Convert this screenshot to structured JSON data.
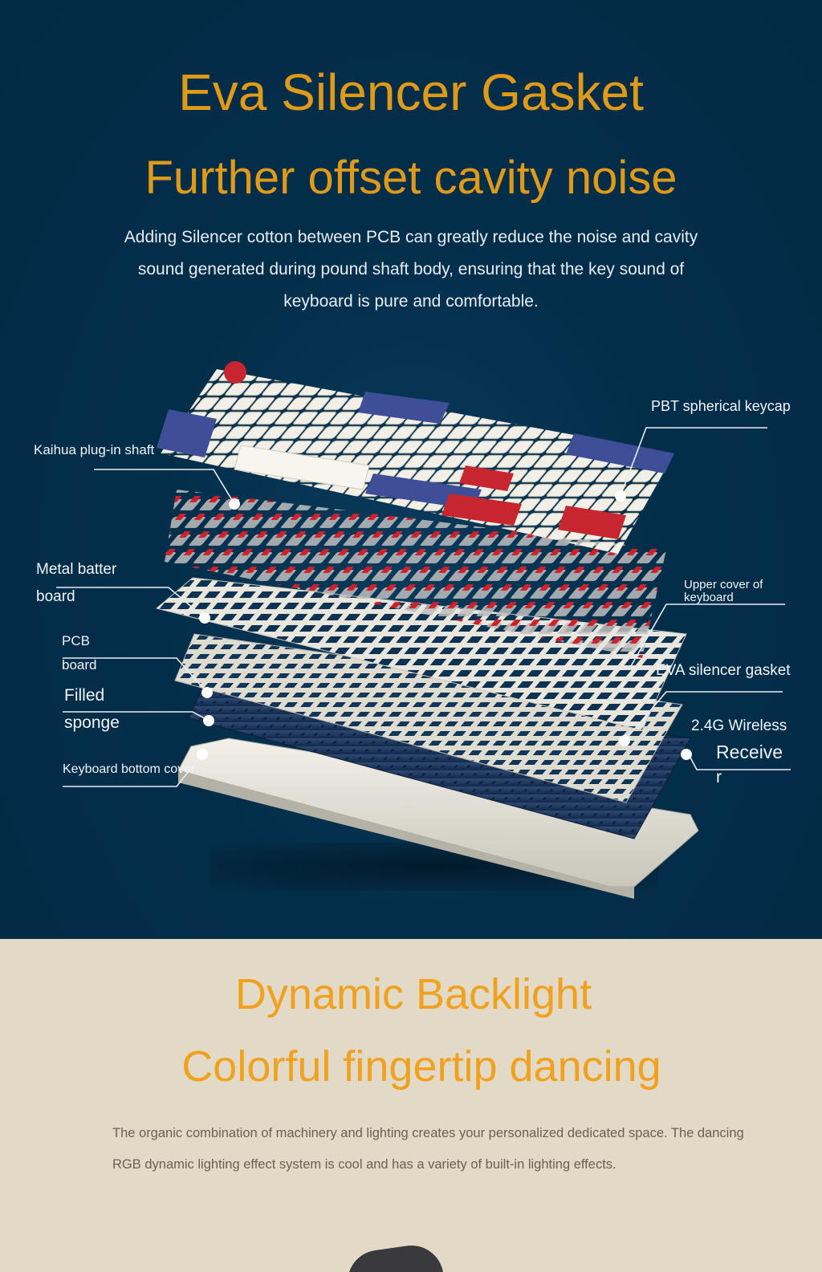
{
  "section_top": {
    "title": "Eva Silencer Gasket",
    "subtitle": "Further offset cavity noise",
    "description": "Adding Silencer cotton between PCB can greatly reduce the noise and cavity sound generated during pound shaft body, ensuring that the key sound of keyboard is pure and comfortable.",
    "labels": {
      "kaihua": "Kaihua plug-in shaft",
      "metal_1": "Metal batter",
      "metal_2": "board",
      "pcb_1": "PCB",
      "pcb_2": "board",
      "sponge_1": "Filled",
      "sponge_2": "sponge",
      "bottom_cover": "Keyboard bottom cover",
      "keycap": "PBT spherical keycap",
      "upper_1": "Upper cover of",
      "upper_2": "keyboard",
      "eva": "EVA silencer gasket",
      "wireless": "2.4G Wireless",
      "receiver_1": "Receive",
      "receiver_2": "r"
    }
  },
  "section_bottom": {
    "title": "Dynamic Backlight",
    "subtitle": "Colorful fingertip dancing",
    "description": "The organic combination of machinery and lighting creates your personalized dedicated space. The dancing RGB dynamic lighting effect system is cool and has a variety of built-in lighting effects."
  },
  "colors": {
    "accent_orange": "#e09a1a",
    "bg_navy": "#032e4a",
    "bg_beige": "#e3d9c7",
    "keycap_blue": "#3e4f97",
    "keycap_red": "#c8262e",
    "keycap_white": "#efece3"
  }
}
